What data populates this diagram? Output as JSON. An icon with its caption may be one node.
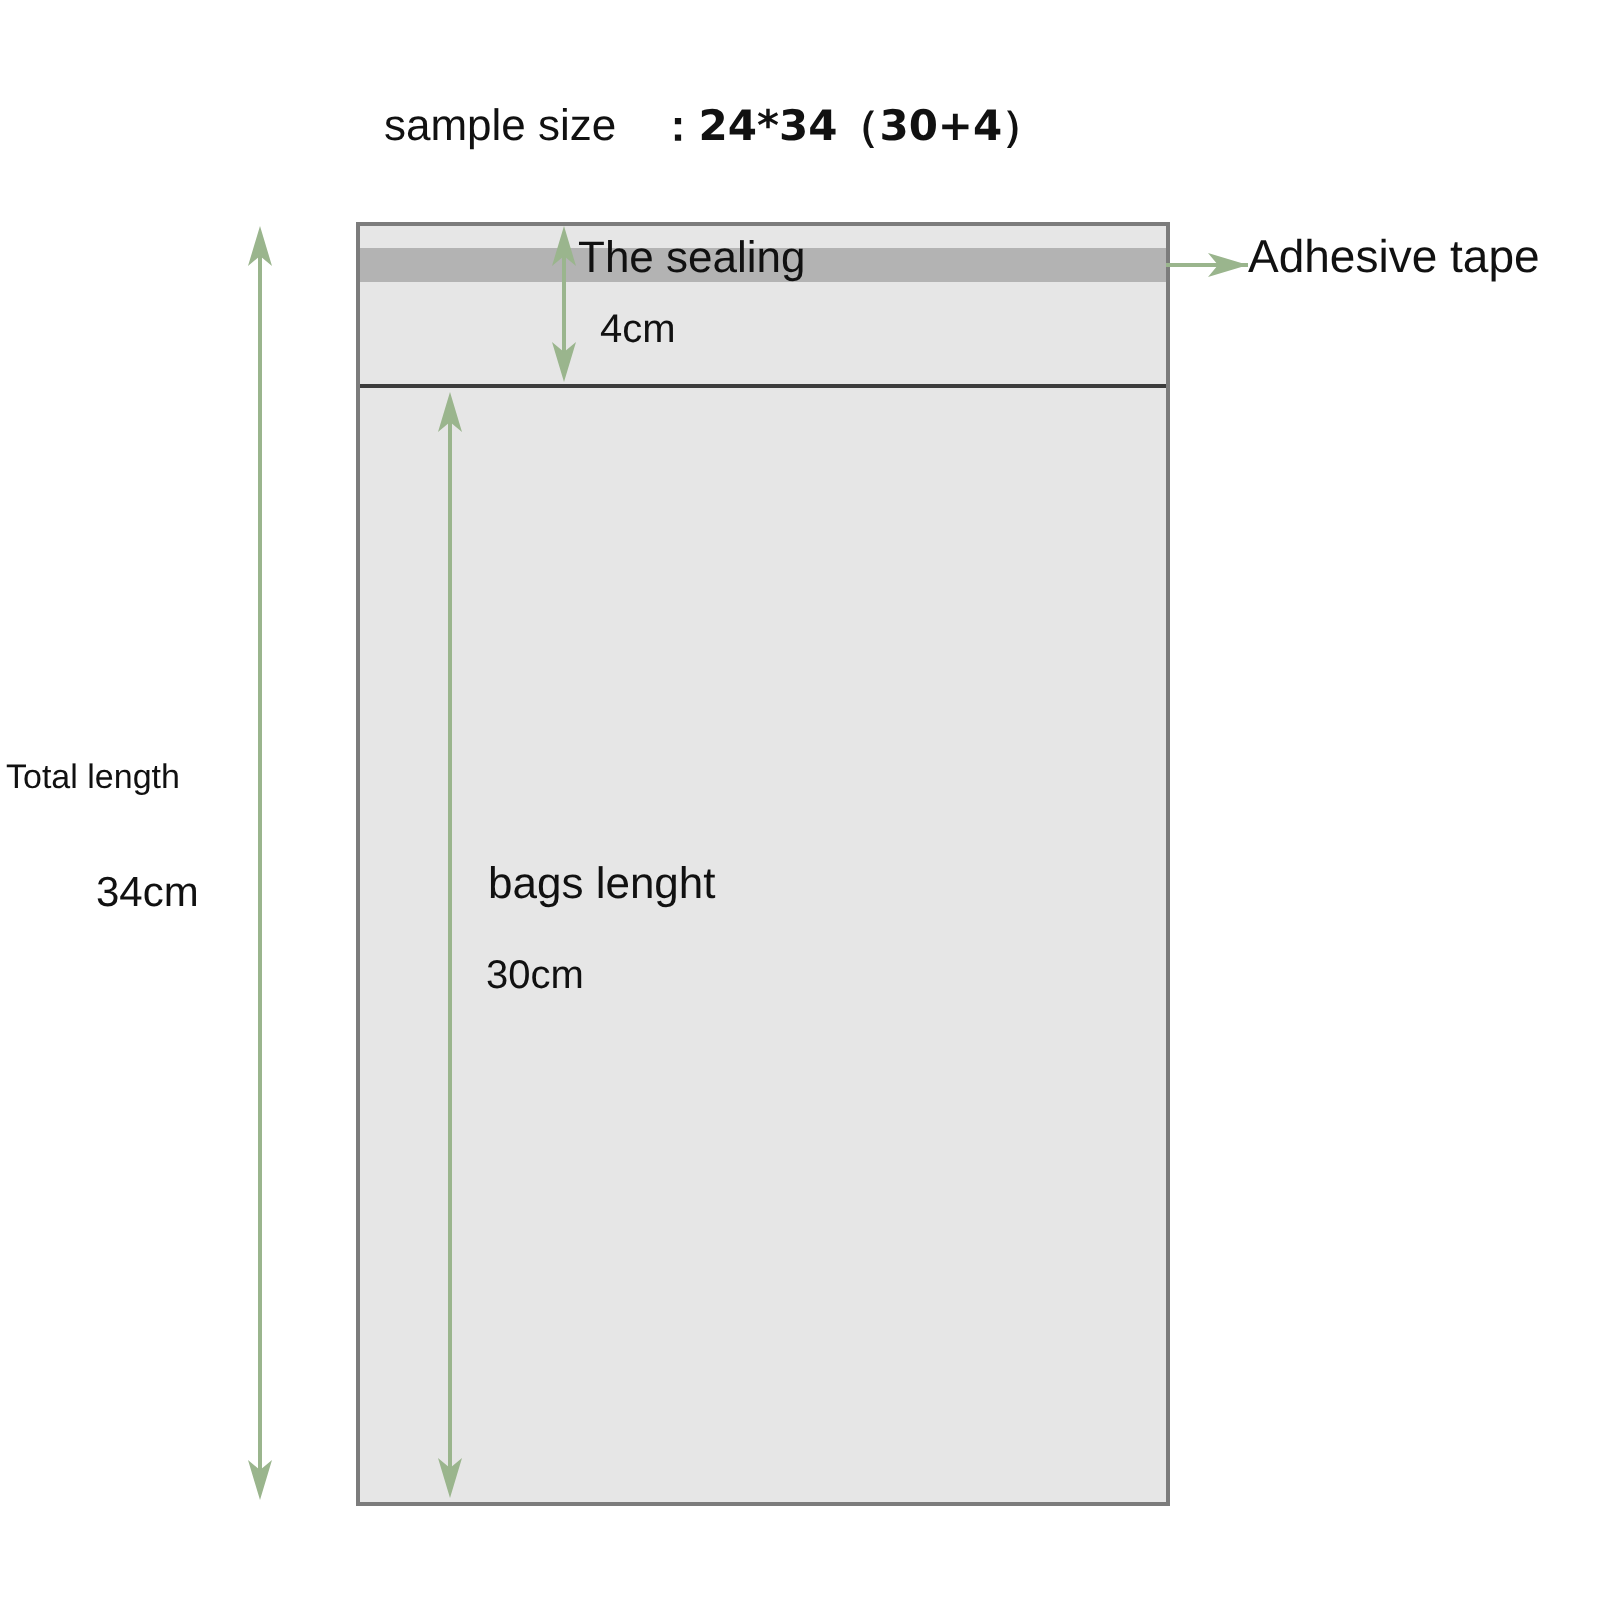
{
  "diagram": {
    "title": "sample size **：24*34（30+4）**",
    "nodes": [
      {
        "text": [],
        "shape": "bar"
      },
      {
        "text": [
          "Adhesive tape"
        ]
      }
    ],
    "edges": [
      {
        "from": 0,
        "to": 1,
        "arrow": "to"
      }
    ],
    "labels": [
      "The sealing",
      "4cm",
      "Total length",
      "34cm",
      "bags lenght",
      "30cm"
    ]
  }
}
